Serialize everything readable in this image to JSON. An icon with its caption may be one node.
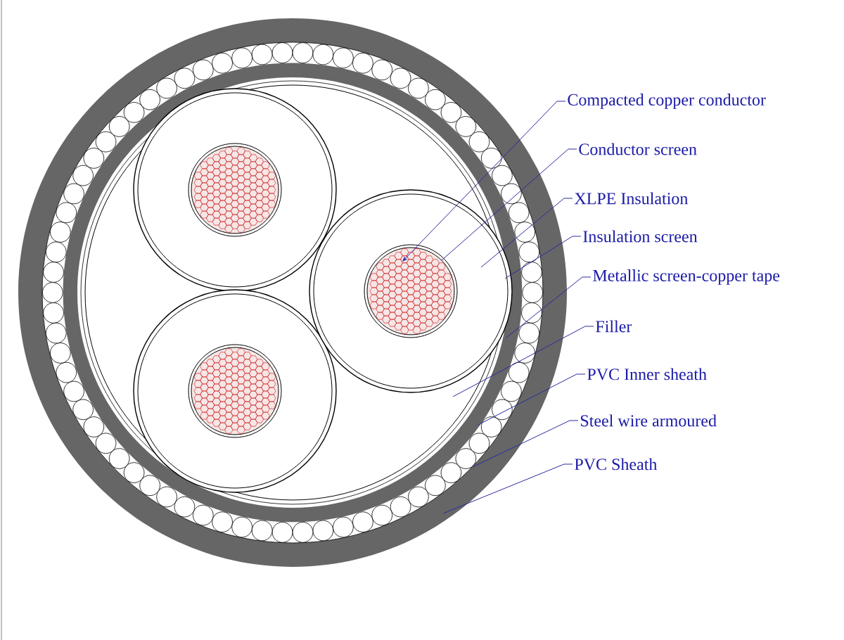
{
  "diagram": {
    "nodes": [
      {
        "text": [
          "Compacted copper conductor"
        ]
      },
      {
        "text": [
          "Conductor screen"
        ]
      },
      {
        "text": [
          "XLPE Insulation"
        ]
      },
      {
        "text": [
          "Insulation screen"
        ]
      },
      {
        "text": [
          "Metallic screen-copper tape"
        ]
      },
      {
        "text": [
          "Filler"
        ]
      },
      {
        "text": [
          "PVC Inner sheath"
        ]
      },
      {
        "text": [
          "Steel wire armoured"
        ]
      },
      {
        "text": [
          "PVC Sheath"
        ]
      }
    ],
    "edges": [
      {
        "from": 0,
        "to": null,
        "arrow": "to"
      },
      {
        "from": 1,
        "to": null,
        "arrow": "none"
      },
      {
        "from": 2,
        "to": null,
        "arrow": "none"
      },
      {
        "from": 3,
        "to": null,
        "arrow": "none"
      },
      {
        "from": 4,
        "to": null,
        "arrow": "none"
      },
      {
        "from": 5,
        "to": null,
        "arrow": "none"
      },
      {
        "from": 6,
        "to": null,
        "arrow": "none"
      },
      {
        "from": 7,
        "to": null,
        "arrow": "none"
      },
      {
        "from": 8,
        "to": null,
        "arrow": "none"
      }
    ]
  }
}
